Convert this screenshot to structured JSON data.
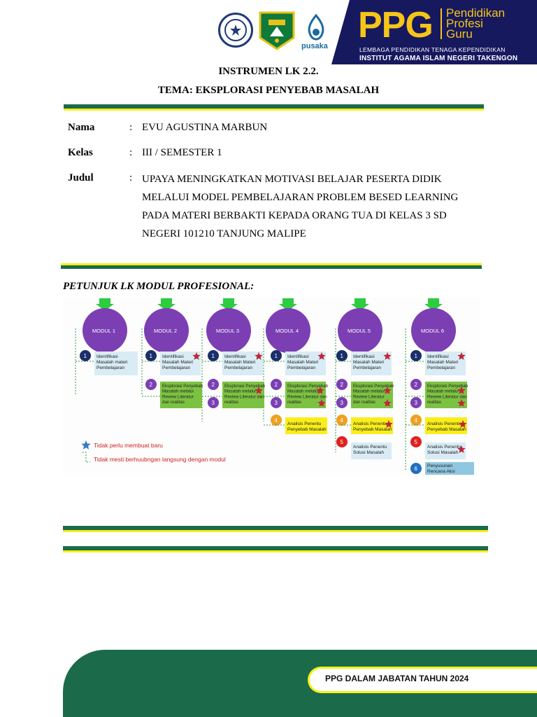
{
  "header": {
    "logos": [
      "university-seal-icon",
      "kemenag-logo-icon",
      "pusaka-logo-icon"
    ],
    "pusaka_label": "pusaka",
    "ppg_banner": {
      "big": "PPG",
      "lines": [
        "Pendidikan",
        "Profesi",
        "Guru"
      ],
      "lembaga": "LEMBAGA PENDIDIKAN TENAGA KEPENDIDIKAN",
      "institut": "INSTITUT AGAMA ISLAM NEGERI TAKENGON"
    }
  },
  "title": {
    "line1": "INSTRUMEN LK 2.2.",
    "line2": "TEMA: EKSPLORASI PENYEBAB MASALAH"
  },
  "identity": {
    "nama_label": "Nama",
    "nama_value": "EVU AGUSTINA MARBUN",
    "kelas_label": "Kelas",
    "kelas_value": "III / SEMESTER 1",
    "judul_label": "Judul",
    "judul_value": "UPAYA MENINGKATKAN MOTIVASI BELAJAR PESERTA DIDIK MELALUI MODEL PEMBELAJARAN PROBLEM BESED LEARNING PADA MATERI BERBAKTI KEPADA ORANG TUA DI KELAS 3 SD NEGERI 101210 TANJUNG MALIPE",
    "colon": ":"
  },
  "petunjuk": "PETUNJUK LK MODUL PROFESIONAL:",
  "diagram": {
    "modules": [
      "MODUL 1",
      "MODUL 2",
      "MODUL 3",
      "MODUL 4",
      "MODUL 5",
      "MODUL 6"
    ],
    "step1": [
      "Identifikasi",
      "Masalah materi",
      "Pembelajaran"
    ],
    "step1_alt": [
      "Identifikasi",
      "Masalah Materi",
      "Pembelajaran"
    ],
    "step2": [
      "Eksplorasi Penyebab",
      "Masalah melalui",
      "Review Literatur",
      "dan realitas"
    ],
    "step2_m3": [
      "Eksplorasi Penyebab",
      "Masalah melalui",
      "Review Literatur dan",
      "realitas"
    ],
    "step2_m4": [
      "Eksplorasi Penyebab",
      "Masalah melalui",
      "Review Literatur dan",
      "realitas"
    ],
    "step2_m5": [
      "Eksplorasi Penyebab",
      "Masalah melalui",
      "Review Literatur",
      "dan realitas"
    ],
    "step2_m6": [
      "Eksplorasi Penyebab",
      "Masalah melalui",
      "Review Literatur dan",
      "realitas"
    ],
    "step4": [
      "Analisis Penentu",
      "Penyebab Masalah"
    ],
    "step5": [
      "Analisis Penentu",
      "Solusi Masalah"
    ],
    "step6": [
      "Penyusunan",
      "Rencana Aksi"
    ],
    "legend_star": "Tidak perlu membuat baru",
    "legend_line": "Tidak mesti berhuubngan langsung dengan modul",
    "colors": {
      "module": "#7b3fb3",
      "arrow": "#2ecc40",
      "green_box": "#7cc242",
      "yellow_box": "#f9ee1a",
      "blue_box": "#d9ecf5",
      "star": "#c0263a",
      "star_legend": "#3a7bbf"
    }
  },
  "footer": {
    "text": "PPG DALAM JABATAN TAHUN 2024"
  }
}
